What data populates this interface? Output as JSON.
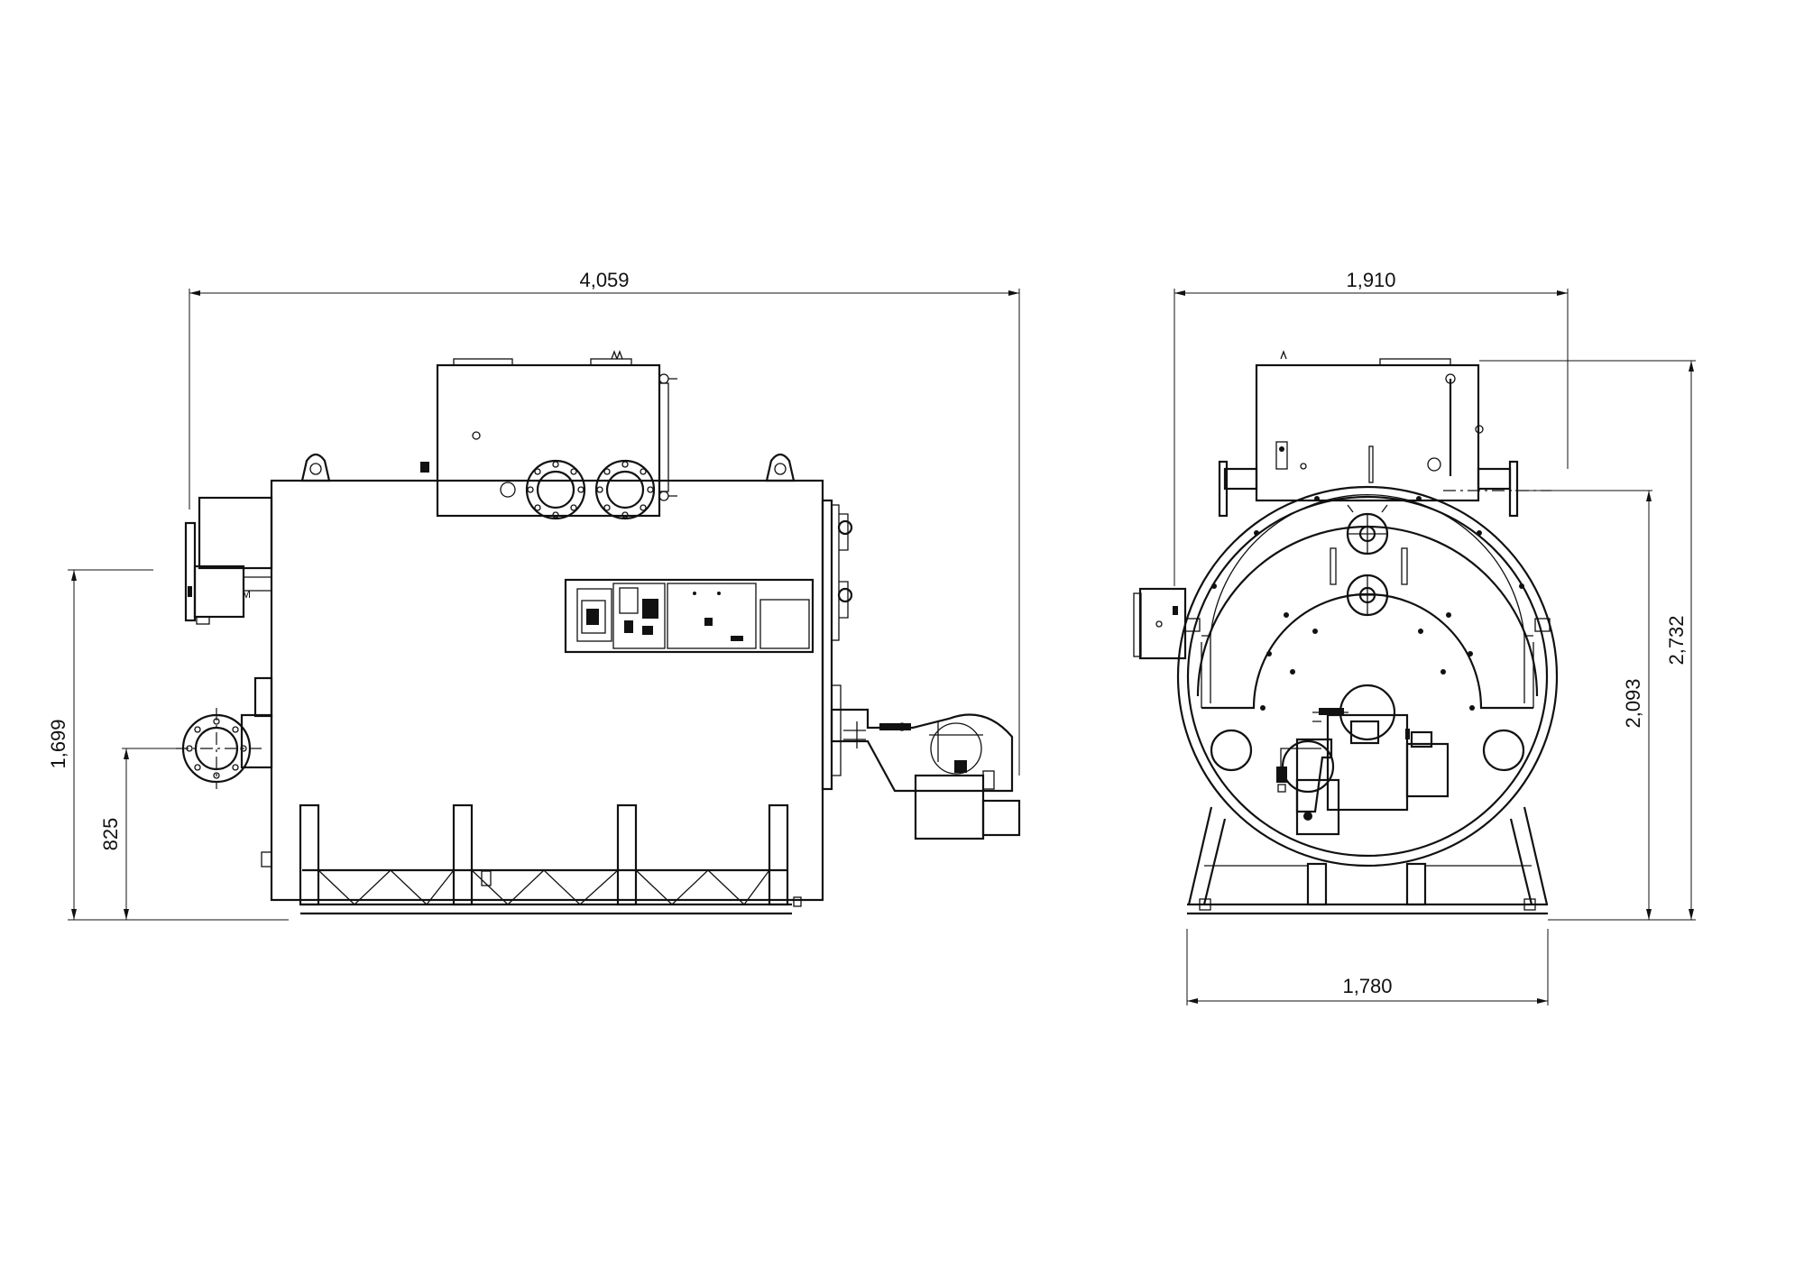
{
  "dimensions": {
    "side_overall_length": "4,059",
    "side_flange_height": "1,699",
    "side_inlet_height": "825",
    "front_overall_width": "1,910",
    "front_base_width": "1,780",
    "front_outlet_height": "2,093",
    "front_overall_height": "2,732"
  }
}
